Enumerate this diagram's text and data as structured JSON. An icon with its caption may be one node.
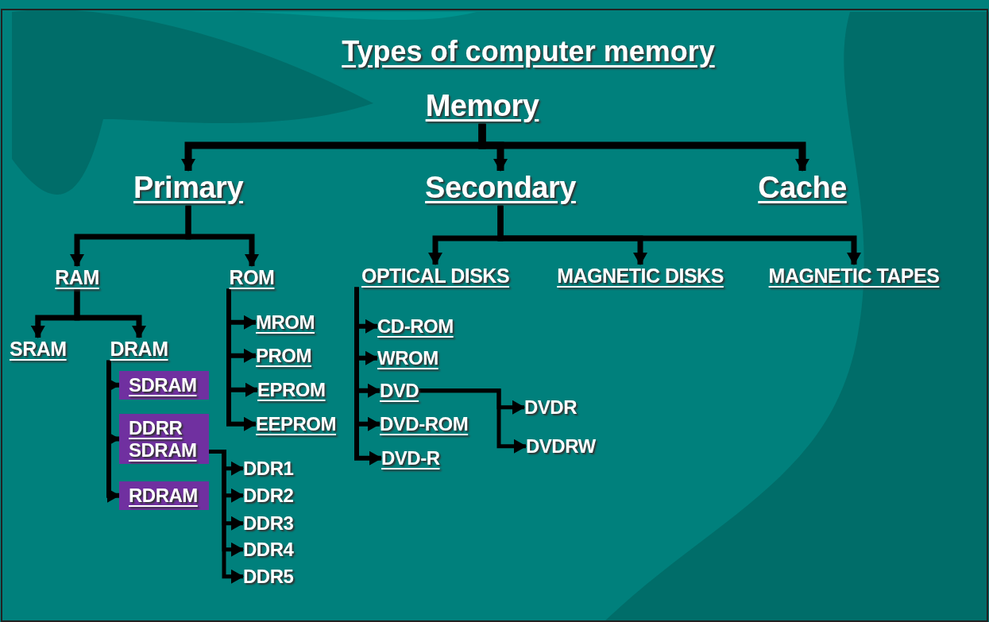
{
  "diagram": {
    "title": "Types of computer memory",
    "nodes": [
      {
        "text": [
          "Memory"
        ]
      },
      {
        "text": [
          "Primary"
        ]
      },
      {
        "text": [
          "Secondary"
        ]
      },
      {
        "text": [
          "Cache"
        ]
      },
      {
        "text": [
          "RAM"
        ]
      },
      {
        "text": [
          "ROM"
        ]
      },
      {
        "text": [
          "OPTICAL DISKS"
        ]
      },
      {
        "text": [
          "MAGNETIC DISKS"
        ]
      },
      {
        "text": [
          "MAGNETIC TAPES"
        ]
      },
      {
        "text": [
          "SRAM"
        ]
      },
      {
        "text": [
          "DRAM"
        ]
      },
      {
        "text": [
          "SDRAM"
        ]
      },
      {
        "text": [
          "DDRR SDRAM"
        ]
      },
      {
        "text": [
          "RDRAM"
        ]
      },
      {
        "text": [
          "DDR1"
        ]
      },
      {
        "text": [
          "DDR2"
        ]
      },
      {
        "text": [
          "DDR3"
        ]
      },
      {
        "text": [
          "DDR4"
        ]
      },
      {
        "text": [
          "DDR5"
        ]
      },
      {
        "text": [
          "MROM"
        ]
      },
      {
        "text": [
          "PROM"
        ]
      },
      {
        "text": [
          "EPROM"
        ]
      },
      {
        "text": [
          "EEPROM"
        ]
      },
      {
        "text": [
          "CD-ROM"
        ]
      },
      {
        "text": [
          "WROM"
        ]
      },
      {
        "text": [
          "DVD"
        ]
      },
      {
        "text": [
          "DVD-ROM"
        ]
      },
      {
        "text": [
          "DVD-R"
        ]
      },
      {
        "text": [
          "DVDR"
        ]
      },
      {
        "text": [
          "DVDRW"
        ]
      }
    ],
    "edges": [
      {
        "from": 0,
        "to": 1,
        "arrow": "to"
      },
      {
        "from": 0,
        "to": 2,
        "arrow": "to"
      },
      {
        "from": 0,
        "to": 3,
        "arrow": "to"
      },
      {
        "from": 1,
        "to": 4,
        "arrow": "to"
      },
      {
        "from": 1,
        "to": 5,
        "arrow": "to"
      },
      {
        "from": 2,
        "to": 6,
        "arrow": "to"
      },
      {
        "from": 2,
        "to": 7,
        "arrow": "to"
      },
      {
        "from": 2,
        "to": 8,
        "arrow": "to"
      },
      {
        "from": 4,
        "to": 9,
        "arrow": "to"
      },
      {
        "from": 4,
        "to": 10,
        "arrow": "to"
      },
      {
        "from": 10,
        "to": 11,
        "arrow": "to"
      },
      {
        "from": 10,
        "to": 12,
        "arrow": "to"
      },
      {
        "from": 10,
        "to": 13,
        "arrow": "to"
      },
      {
        "from": 12,
        "to": 14,
        "arrow": "to"
      },
      {
        "from": 12,
        "to": 15,
        "arrow": "to"
      },
      {
        "from": 12,
        "to": 16,
        "arrow": "to"
      },
      {
        "from": 12,
        "to": 17,
        "arrow": "to"
      },
      {
        "from": 12,
        "to": 18,
        "arrow": "to"
      },
      {
        "from": 5,
        "to": 19,
        "arrow": "to"
      },
      {
        "from": 5,
        "to": 20,
        "arrow": "to"
      },
      {
        "from": 5,
        "to": 21,
        "arrow": "to"
      },
      {
        "from": 5,
        "to": 22,
        "arrow": "to"
      },
      {
        "from": 6,
        "to": 23,
        "arrow": "to"
      },
      {
        "from": 6,
        "to": 24,
        "arrow": "to"
      },
      {
        "from": 6,
        "to": 25,
        "arrow": "to"
      },
      {
        "from": 6,
        "to": 26,
        "arrow": "to"
      },
      {
        "from": 6,
        "to": 27,
        "arrow": "to"
      },
      {
        "from": 25,
        "to": 28,
        "arrow": "to"
      },
      {
        "from": 25,
        "to": 29,
        "arrow": "to"
      }
    ]
  }
}
